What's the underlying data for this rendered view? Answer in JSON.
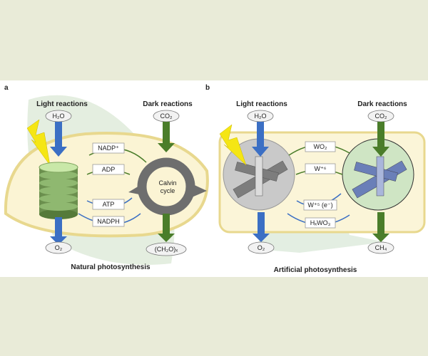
{
  "panel_a": {
    "letter": "a",
    "light_label": "Light reactions",
    "dark_label": "Dark reactions",
    "input_light": "H₂O",
    "output_light": "O₂",
    "input_dark": "CO₂",
    "output_dark": "(CH₂O)ₓ",
    "cycle_label_1": "Calvin",
    "cycle_label_2": "cycle",
    "carriers": [
      "NADP⁺",
      "ADP",
      "ATP",
      "NADPH"
    ],
    "caption": "Natural photosynthesis"
  },
  "panel_b": {
    "letter": "b",
    "light_label": "Light reactions",
    "dark_label": "Dark reactions",
    "input_light": "H₂O",
    "output_light": "O₂",
    "input_dark": "CO₂",
    "output_dark": "CH₄",
    "carriers": [
      "WO₂",
      "W⁺⁶",
      "W⁺⁵ (e⁻)",
      "HₓWO₃"
    ],
    "caption": "Artificial photosynthesis"
  },
  "colors": {
    "blue_arrow": "#3b6fc4",
    "green_arrow": "#4a7d2a",
    "lightning": "#f5e614",
    "membrane": "#f3e7a8"
  }
}
